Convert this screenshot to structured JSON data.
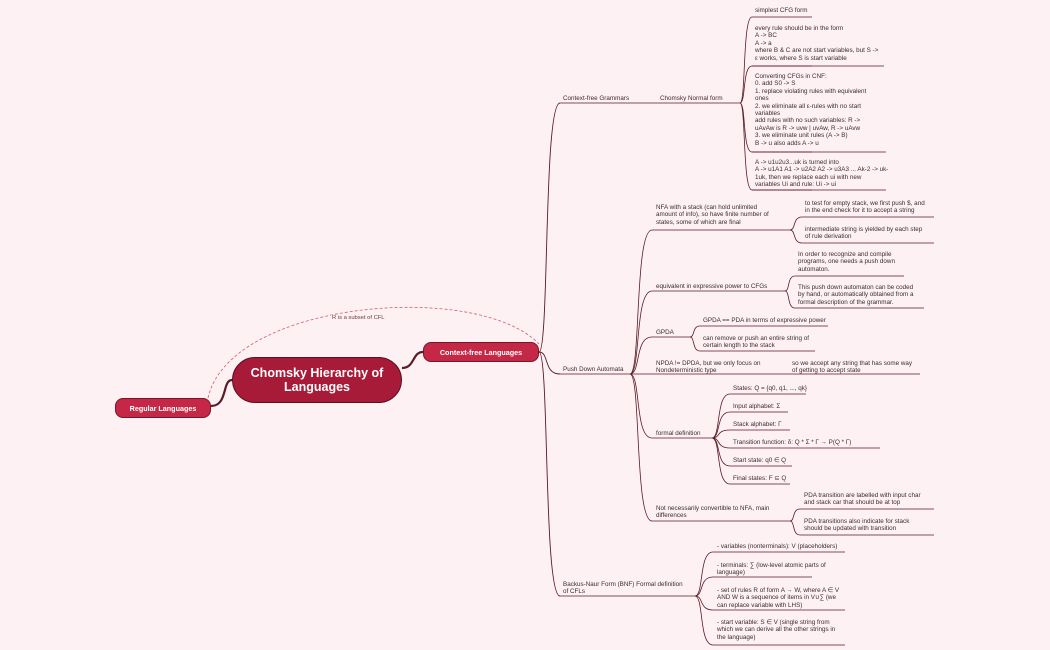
{
  "root": "Chomsky Hierarchy\nof Languages",
  "left_topic": "Regular Languages",
  "right_topic": "Context-free Languages",
  "relationship": "R is a subset of CFL",
  "branches": {
    "cfg": "Context-free Grammars",
    "cnf": "Chomsky Normal form",
    "cnf_items": [
      "simplest CFG form",
      "every rule should be in the form\nA -> BC\nA -> a\nwhere B & C are not start variables, but S ->\nε works, where S is start variable",
      "Converting CFGs in CNF:\n0. add S0 -> S\n1. replace violating rules with equivalent\nones\n2. we eliminate all ε-rules with no start\nvariables\nadd rules with no such variables: R ->\nuAvAw is R -> uvw | uvAw, R -> uAvw\n3. we eliminate unit rules (A -> B)\nB -> u also adds A -> u",
      "A -> u1u2u3...uk is turned into\nA -> u1A1 A1 -> u2A2 A2 -> u3A3 ... Ak-2 -> uk-\n1uk, then we replace each ui with new\nvariables Ui and rule: Ui -> ui"
    ],
    "pda": "Push Down Automata",
    "nfa_stack": "NFA with a stack (can hold unlimited\namount of info), so have finite number of\nstates, some of which are final",
    "nfa_stack_items": [
      "to test for empty stack, we first push $, and\nin the end check for it to accept a string",
      "intermediate string is yielded by each step\nof rule derivation"
    ],
    "equiv": "equivalent in expressive power to CFGs",
    "equiv_items": [
      "In order to recognize and compile\nprograms, one needs a push down\nautomaton.",
      "This push down automaton can be coded\nby hand, or automatically obtained from a\nformal description of the grammar."
    ],
    "gpda": "GPDA",
    "gpda_items": [
      "GPDA == PDA in terms of expressive power",
      "can remove or push an entire string of\ncertain length to the stack"
    ],
    "npda": "NPDA != DPDA, but we only focus on\nNondeterministic type",
    "npda_items": [
      "so we accept any string that has some way\nof getting to accept state"
    ],
    "formal": "formal definition",
    "formal_items": [
      "States: Q = {q0, q1, ..., qk}",
      "Input alphabet: Σ",
      "Stack alphabet: Γ",
      "Transition function: δ: Q * Σ * Γ → P(Q * Γ)",
      "Start state: q0 ∈ Q",
      "Final states: F ⊆ Q"
    ],
    "notconv": "Not necessarily convertible to NFA, main\ndifferences",
    "notconv_items": [
      "PDA transition are labelled with input char\nand stack car that should be at top",
      "PDA transitions also indicate for stack\nshould be updated with transition"
    ],
    "bnf": "Backus-Naur Form (BNF) Formal definition\nof CFLs",
    "bnf_items": [
      "- variables (nonterminals): V (placeholders)",
      "- terminals: ∑ (low-level atomic parts of\nlanguage)",
      "- set of rules R of form A → W, where A ∈ V\nAND W is a sequence of items in V∪∑ (we\ncan replace variable with LHS)",
      "- start variable: S ∈ V (single string from\nwhich we can derive all the other strings in\nthe language)"
    ]
  }
}
